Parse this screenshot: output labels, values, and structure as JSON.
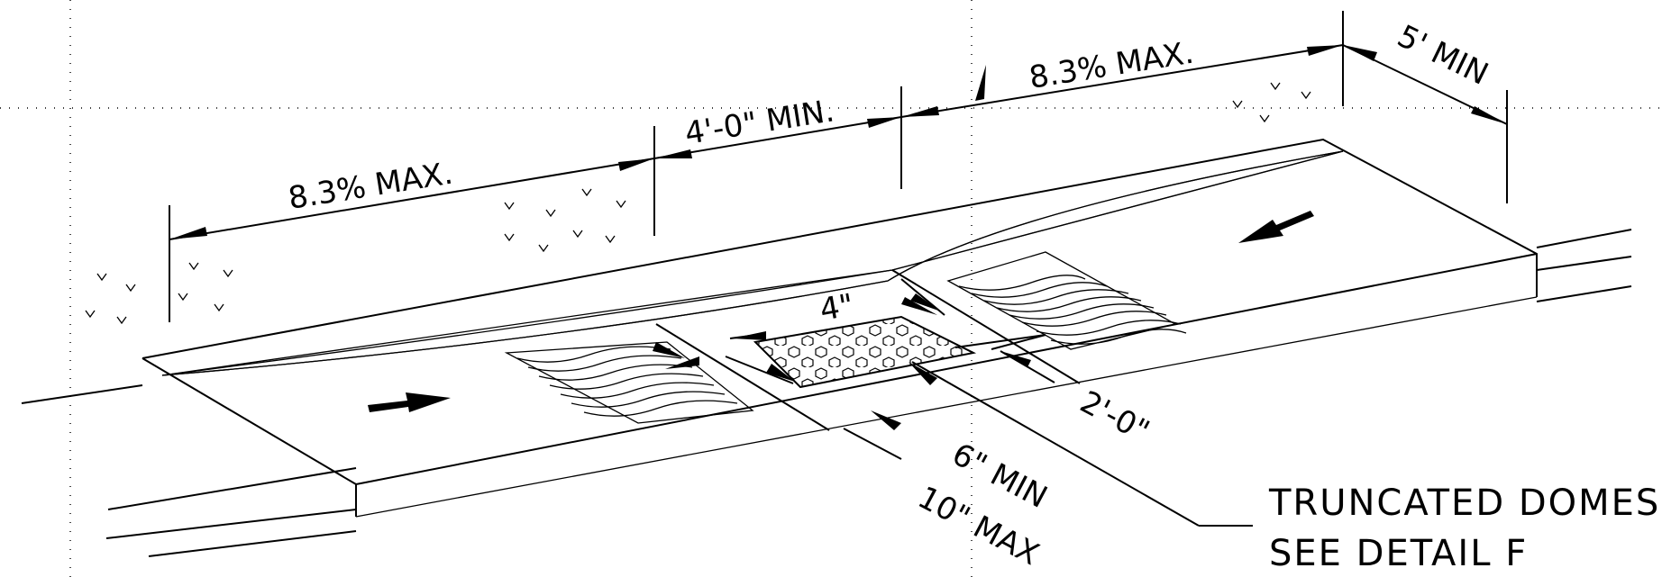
{
  "labels": {
    "slope_left": "8.3% MAX.",
    "landing": "4'-0\" MIN.",
    "slope_right": "8.3% MAX.",
    "width_min": "5' MIN",
    "dome_depth": "4\"",
    "dome_width": "2'-0\"",
    "offset_min": "6\" MIN",
    "offset_max": "10\" MAX",
    "callout_line1": "TRUNCATED DOMES",
    "callout_line2": "SEE DETAIL F"
  }
}
